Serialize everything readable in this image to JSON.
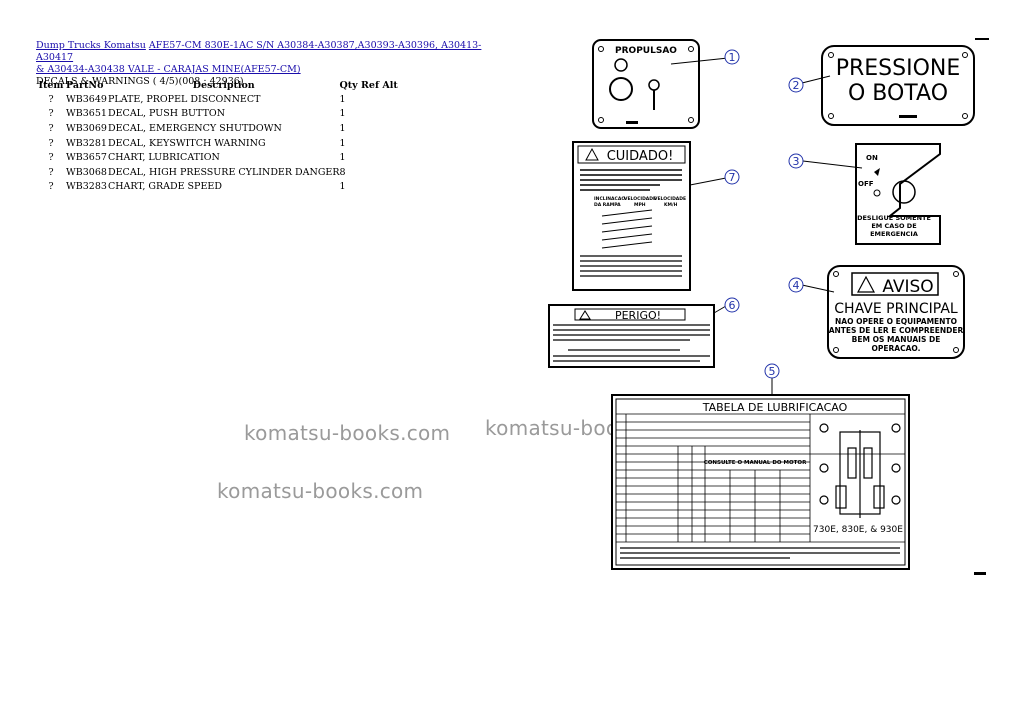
{
  "header": {
    "breadcrumb_1": "Dump Trucks Komatsu",
    "breadcrumb_2": "AFE57-CM 830E-1AC S/N A30384-A30387,A30393-A30396, A30413-A30417",
    "breadcrumb_3": "& A30434-A30438 VALE - CARAJAS MINE(AFE57-CM)",
    "subtitle": "DECALS & WARNINGS ( 4/5)(008 : 42936)"
  },
  "table": {
    "columns": {
      "item": "Item",
      "partno": "PartNo",
      "description": "Description",
      "qty": "Qty Ref Alt"
    },
    "rows": [
      {
        "item": "?",
        "partno": "WB3649",
        "description": "PLATE, PROPEL DISCONNECT",
        "qty": "1"
      },
      {
        "item": "?",
        "partno": "WB3651",
        "description": "DECAL, PUSH BUTTON",
        "qty": "1"
      },
      {
        "item": "?",
        "partno": "WB3069",
        "description": "DECAL, EMERGENCY SHUTDOWN",
        "qty": "1"
      },
      {
        "item": "?",
        "partno": "WB3281",
        "description": "DECAL, KEYSWITCH WARNING",
        "qty": "1"
      },
      {
        "item": "?",
        "partno": "WB3657",
        "description": "CHART, LUBRICATION",
        "qty": "1"
      },
      {
        "item": "?",
        "partno": "WB3068",
        "description": "DECAL, HIGH PRESSURE CYLINDER DANGER",
        "qty": "8"
      },
      {
        "item": "?",
        "partno": "WB3283",
        "description": "CHART, GRADE SPEED",
        "qty": "1"
      }
    ]
  },
  "watermark": "komatsu-books.com",
  "diagram": {
    "callouts": [
      "1",
      "2",
      "3",
      "4",
      "5",
      "6",
      "7"
    ],
    "decal_1": {
      "title": "PROPULSAO"
    },
    "decal_2": {
      "line1": "PRESSIONE",
      "line2": "O BOTAO"
    },
    "decal_3": {
      "on": "ON",
      "off": "OFF",
      "line1": "DESLIGUE SOMENTE",
      "line2": "EM CASO DE",
      "line3": "EMERGENCIA"
    },
    "decal_4": {
      "title": "AVISO",
      "line1": "CHAVE PRINCIPAL",
      "line2": "NAO OPERE O EQUIPAMENTO",
      "line3": "ANTES DE LER E COMPREENDER",
      "line4": "BEM OS MANUAIS DE",
      "line5": "OPERACAO."
    },
    "decal_5": {
      "title": "TABELA DE LUBRIFICACAO",
      "motor": "CONSULTE O MANUAL DO MOTOR",
      "models": "730E, 830E, & 930E"
    },
    "decal_6": {
      "title": "PERIGO!"
    },
    "decal_7": {
      "title": "CUIDADO!",
      "col1": "INCLINACAO",
      "col2": "VELOCIDADE",
      "col3": "VELOCIDADE",
      "rampa": "DA RAMPA",
      "mph": "MPH",
      "kmh": "KM/H"
    }
  },
  "colors": {
    "link": "#1a0dab",
    "watermark": "#9a9a9a",
    "callout": "#2233aa"
  }
}
